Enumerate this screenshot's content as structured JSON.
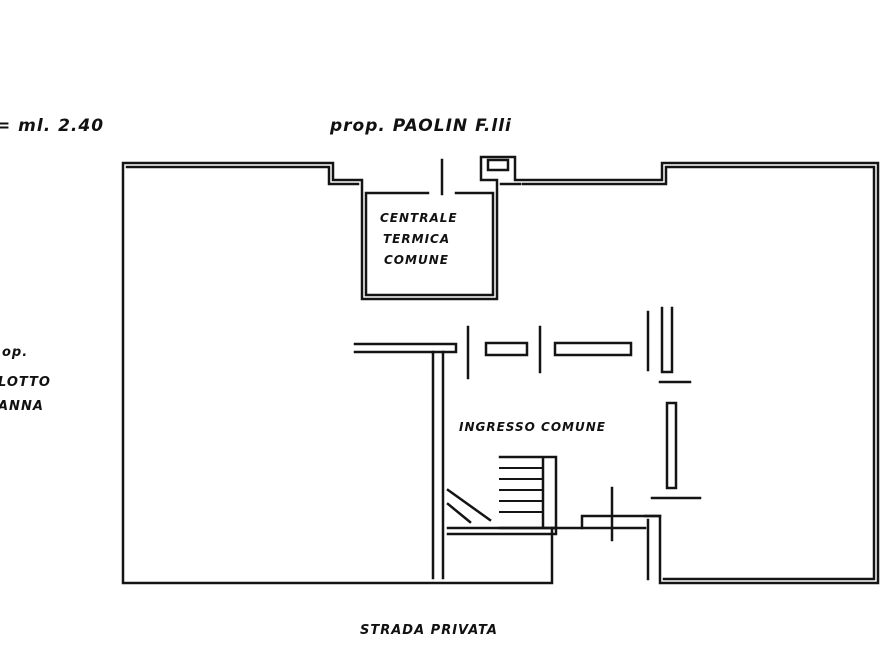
{
  "labels": {
    "height_note": "= ml. 2.40",
    "neighbor_top": "prop. PAOLIN F.lli",
    "neighbor_left_line1": "op.",
    "neighbor_left_line2": "LOTTO",
    "neighbor_left_line3": "ANNA",
    "boiler_room_line1": "CENTRALE",
    "boiler_room_line2": "TERMICA",
    "boiler_room_line3": "COMUNE",
    "common_entrance": "INGRESSO COMUNE",
    "street": "STRADA    PRIVATA"
  },
  "colors": {
    "ink": "#141414",
    "paper": "#ffffff"
  }
}
